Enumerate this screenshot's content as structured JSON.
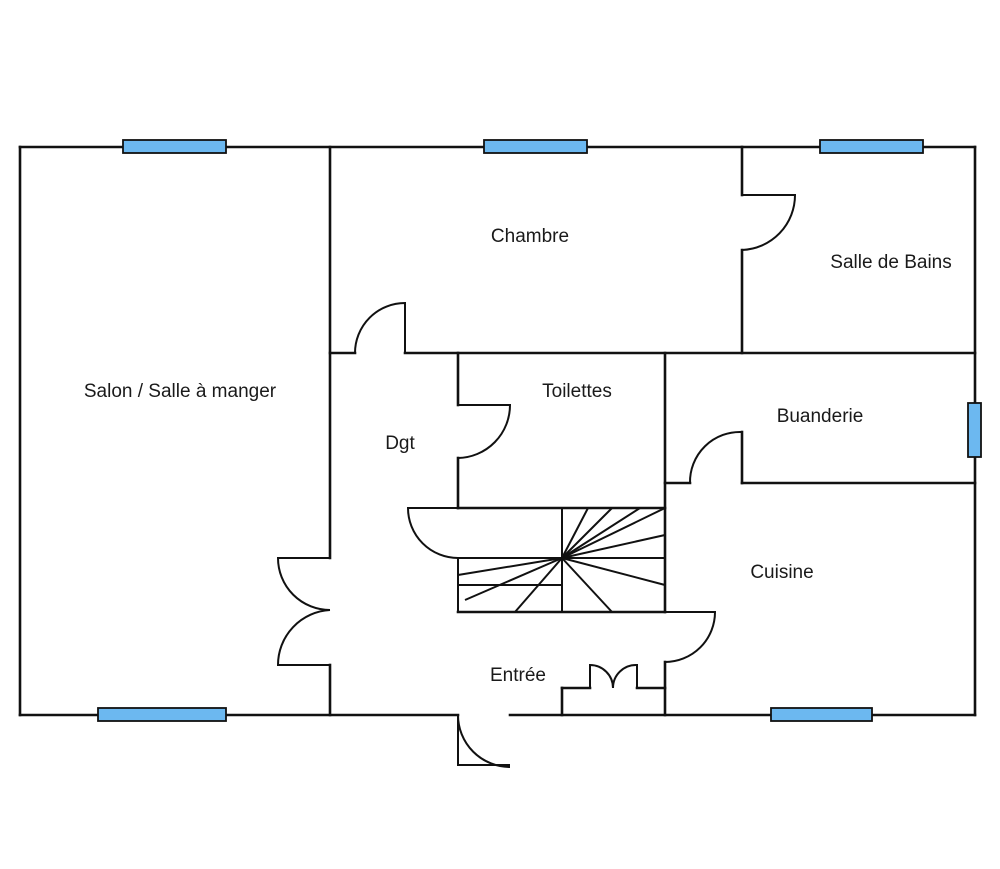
{
  "floorplan": {
    "rooms": {
      "salon": "Salon / Salle à manger",
      "chambre": "Chambre",
      "salle_de_bains": "Salle de Bains",
      "toilettes": "Toilettes",
      "dgt": "Dgt",
      "buanderie": "Buanderie",
      "cuisine": "Cuisine",
      "entree": "Entrée"
    },
    "colors": {
      "wall": "#111111",
      "window": "#6cb8f0",
      "background": "#ffffff"
    }
  }
}
